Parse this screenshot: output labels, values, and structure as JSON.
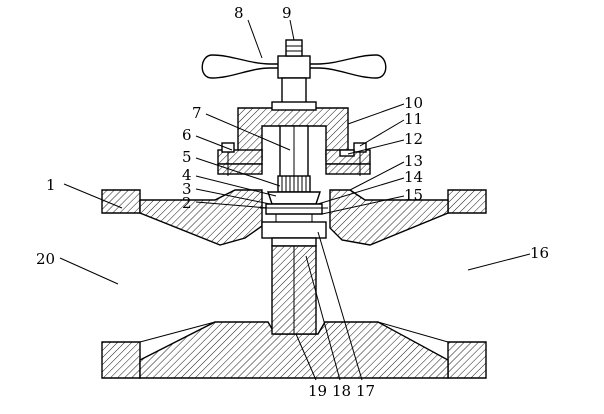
{
  "labels": {
    "l1": "1",
    "l2": "2",
    "l3": "3",
    "l4": "4",
    "l5": "5",
    "l6": "6",
    "l7": "7",
    "l8": "8",
    "l9": "9",
    "l10": "10",
    "l11": "11",
    "l12": "12",
    "l13": "13",
    "l14": "14",
    "l15": "15",
    "l16": "16",
    "l17": "17",
    "l18": "18",
    "l19": "19",
    "l20": "20"
  },
  "colors": {
    "line": "#000000",
    "background": "#ffffff"
  }
}
